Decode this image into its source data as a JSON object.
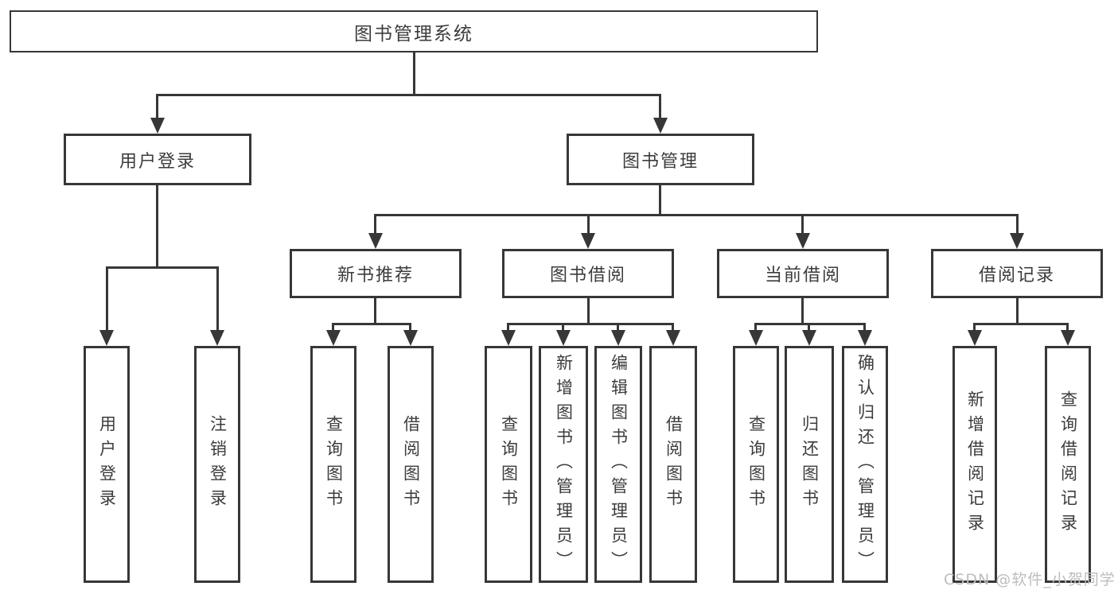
{
  "diagram": {
    "root": "图书管理系统",
    "login": {
      "label": "用户登录",
      "children": [
        "用户登录",
        "注销登录"
      ]
    },
    "management": {
      "label": "图书管理",
      "modules": [
        {
          "label": "新书推荐",
          "children": [
            "查询图书",
            "借阅图书"
          ]
        },
        {
          "label": "图书借阅",
          "children": [
            "查询图书",
            "新增图书（管理员）",
            "编辑图书（管理员）",
            "借阅图书"
          ]
        },
        {
          "label": "当前借阅",
          "children": [
            "查询图书",
            "归还图书",
            "确认归还（管理员）"
          ]
        },
        {
          "label": "借阅记录",
          "children": [
            "新增借阅记录",
            "查询借阅记录"
          ]
        }
      ]
    },
    "watermark": "CSDN @软件_小贺同学"
  }
}
